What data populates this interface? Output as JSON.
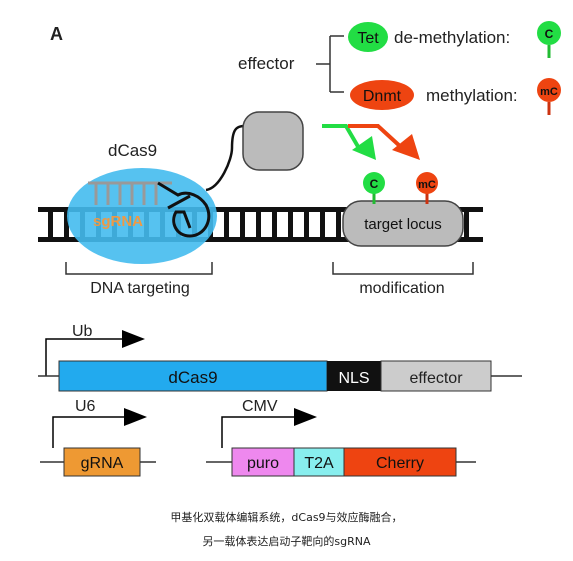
{
  "panel_label": "A",
  "effector_label": "effector",
  "tet_label": "Tet",
  "demethylation_label": "de-methylation:",
  "dnmt_label": "Dnmt",
  "methylation_label": "methylation:",
  "c_mark": "C",
  "mc_mark": "mC",
  "dcas9_top_label": "dCas9",
  "sgrna_label": "sgRNA",
  "target_locus_label": "target locus",
  "dna_targeting_label": "DNA targeting",
  "modification_label": "modification",
  "construct1": {
    "promoter": "Ub",
    "segments": [
      "dCas9",
      "NLS",
      "effector"
    ]
  },
  "construct2": {
    "promoter": "U6",
    "segment": "gRNA"
  },
  "construct3": {
    "promoter": "CMV",
    "segments": [
      "puro",
      "T2A",
      "Cherry"
    ]
  },
  "caption_line1": "甲基化双载体编辑系统，dCas9与效应酶融合，",
  "caption_line2": "另一载体表达启动子靶向的sgRNA",
  "colors": {
    "green": "#22dd44",
    "orange_red": "#ee4411",
    "dcas9_blue": "#44bbee",
    "dcas9_segment": "#22aaee",
    "nls_black": "#111111",
    "gray": "#bbbbbb",
    "grna_orange": "#ee9933",
    "puro_pink": "#ee88ee",
    "t2a_cyan": "#88eeee",
    "sgrna_text": "#ee9944"
  }
}
